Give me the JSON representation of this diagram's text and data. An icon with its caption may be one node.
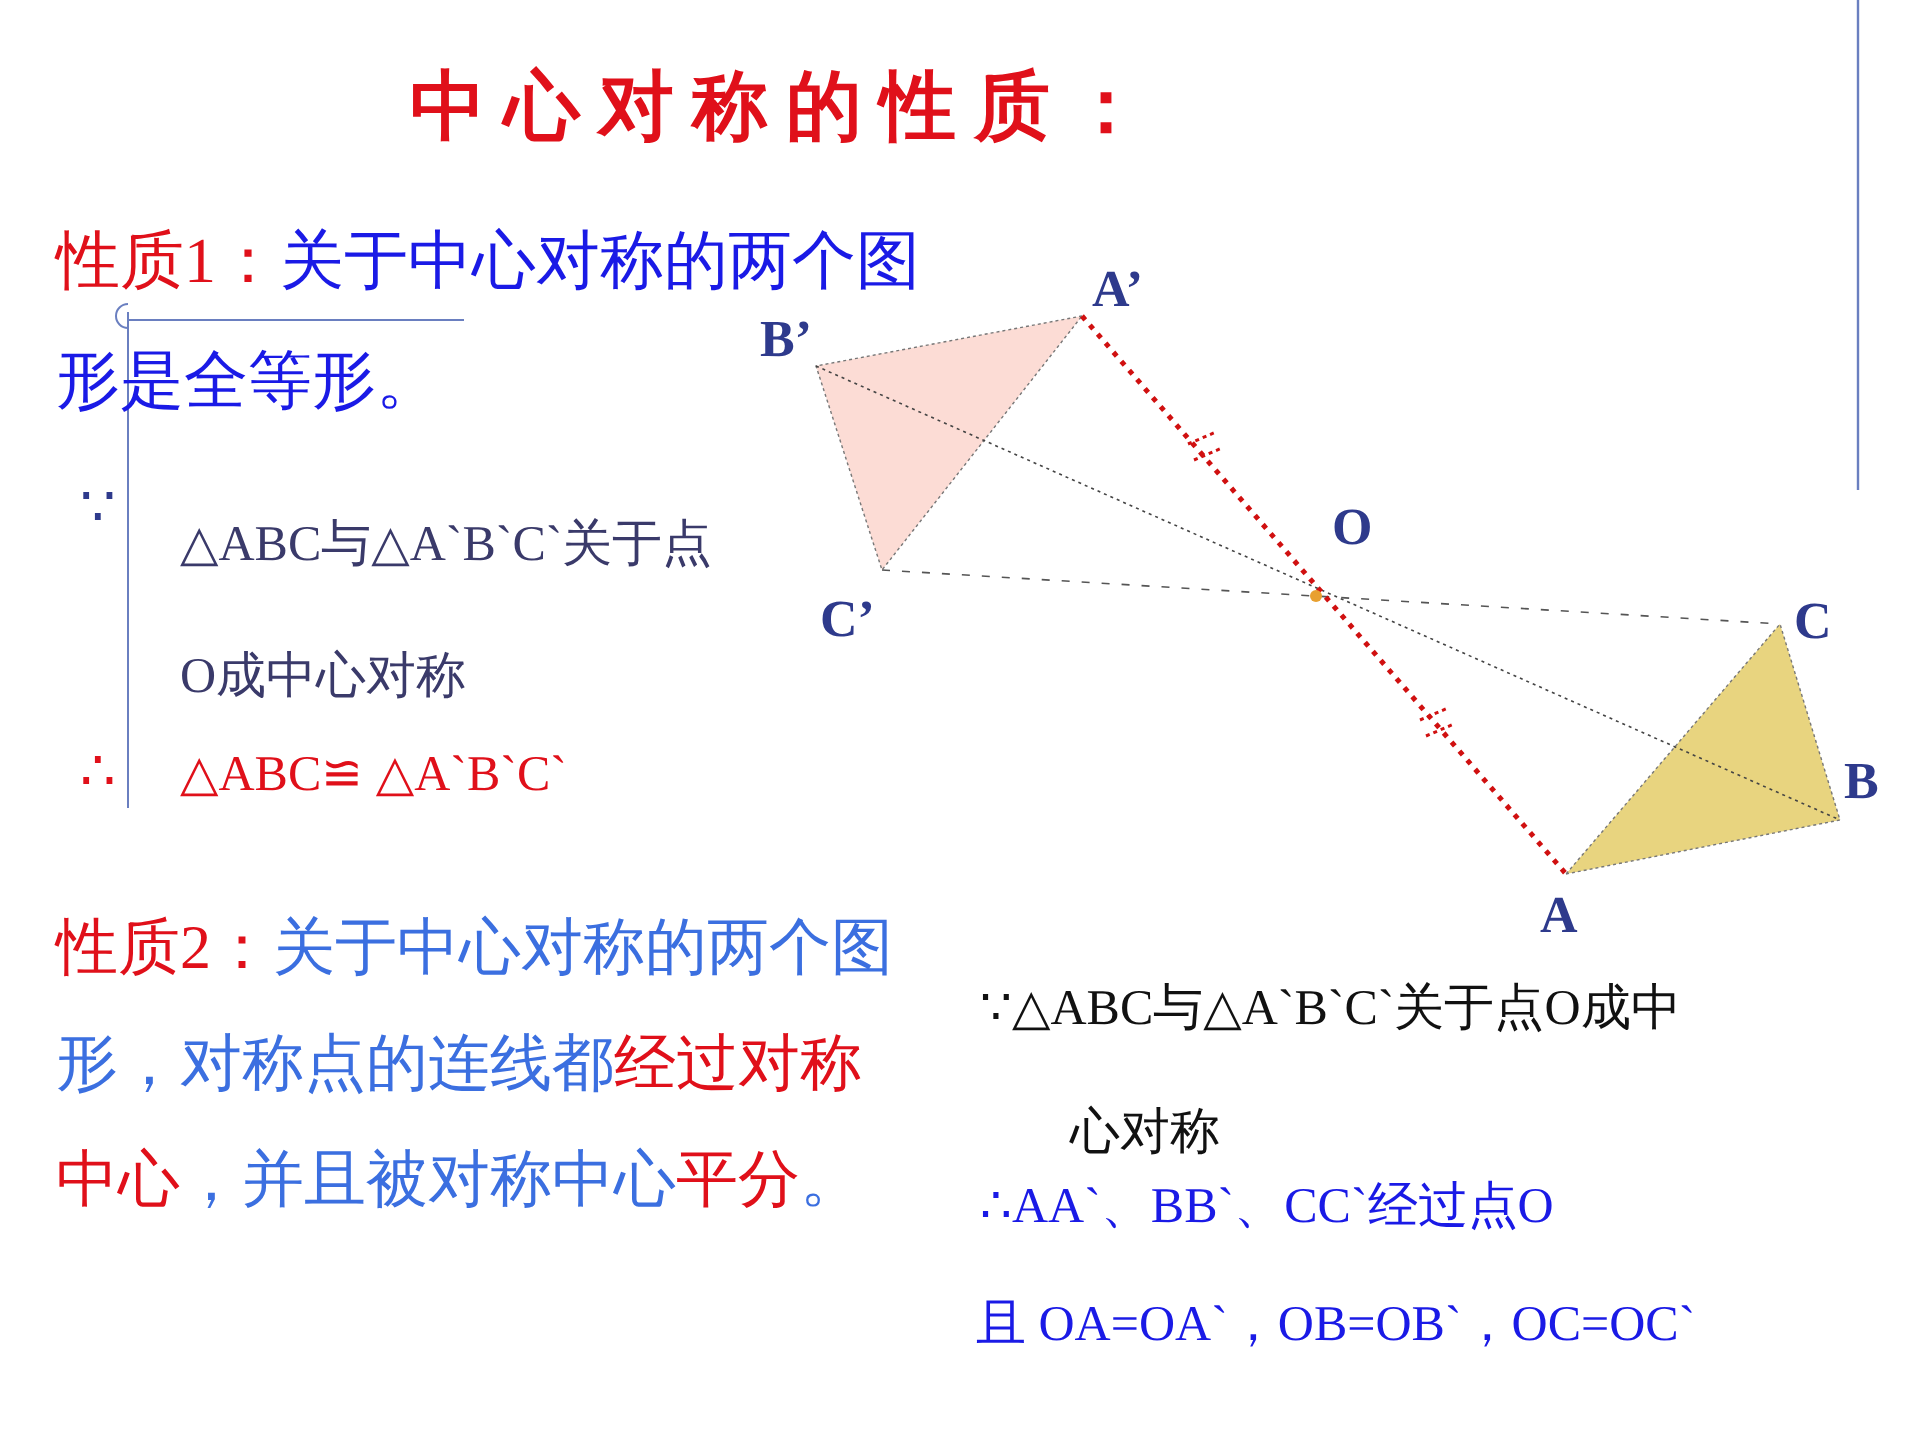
{
  "diagram": {
    "title": "中心对称的性质：",
    "labels": [
      "性质1：",
      "关于中心对称的两个图形是全等形。",
      "A’",
      "B’",
      "∵",
      "△ABC与△A`B`C`关于点O成中心对称",
      "O",
      "C’",
      "C",
      "∴",
      "△ABC≌ △A`B`C`",
      "B",
      "A",
      "性质2：",
      "关于中心对称的两个图形，对称点的连线都",
      "经过对称中心",
      "，并且被对称中心",
      "平分",
      "。",
      "∵△ABC与△A`B`C`关于点O成中心对称",
      "∴AA`、BB`、CC`经过点O",
      "且 OA=OA`，OB=OB`，OC=OC`"
    ]
  }
}
